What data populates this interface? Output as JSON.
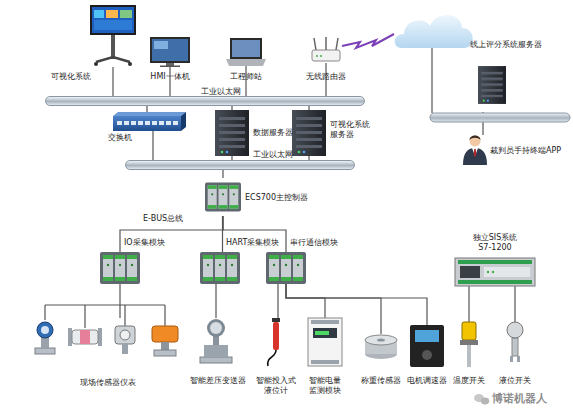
{
  "diagram": {
    "nodes": [
      {
        "text": [
          "可视化系统"
        ]
      },
      {
        "text": [
          "HMI一体机"
        ]
      },
      {
        "text": [
          "工程师站"
        ]
      },
      {
        "text": [
          "无线路由器"
        ]
      },
      {
        "text": [
          "工业以太网"
        ]
      },
      {
        "text": [
          "线上评分系统服务器"
        ]
      },
      {
        "text": [
          "裁判员手持终端APP"
        ]
      },
      {
        "text": [
          "交换机"
        ]
      },
      {
        "text": [
          "数据服务器"
        ]
      },
      {
        "text": [
          "可视化系统 服务器"
        ]
      },
      {
        "text": [
          "工业以太网"
        ]
      },
      {
        "text": [
          "ECS700主控制器"
        ]
      },
      {
        "text": [
          "IO采集模块"
        ]
      },
      {
        "text": [
          "HART采集模块"
        ]
      },
      {
        "text": [
          "串行通信模块"
        ]
      },
      {
        "text": [
          "独立SIS系统 S7-1200"
        ]
      },
      {
        "text": [
          "现场传感器仪表"
        ]
      },
      {
        "text": [
          "智能差压变送器"
        ]
      },
      {
        "text": [
          "智能投入式 液位计"
        ]
      },
      {
        "text": [
          "智能电量 监测模块"
        ]
      },
      {
        "text": [
          "称重传感器"
        ]
      },
      {
        "text": [
          "电机调速器"
        ]
      },
      {
        "text": [
          "温度开关"
        ]
      },
      {
        "text": [
          "液位开关"
        ]
      }
    ],
    "edges": [
      {
        "from": 0,
        "to": 4,
        "arrow": "none"
      },
      {
        "from": 1,
        "to": 4,
        "arrow": "none"
      },
      {
        "from": 2,
        "to": 4,
        "arrow": "none"
      },
      {
        "from": 3,
        "to": 4,
        "arrow": "none"
      },
      {
        "from": 5,
        "to": 6,
        "arrow": "none"
      },
      {
        "from": 4,
        "to": 7,
        "arrow": "none"
      },
      {
        "from": 4,
        "to": 8,
        "arrow": "none"
      },
      {
        "from": 4,
        "to": 9,
        "arrow": "none"
      },
      {
        "from": 7,
        "to": 10,
        "arrow": "none"
      },
      {
        "from": 8,
        "to": 10,
        "arrow": "none"
      },
      {
        "from": 9,
        "to": 10,
        "arrow": "none"
      },
      {
        "from": 10,
        "to": 11,
        "arrow": "none"
      },
      {
        "from": 11,
        "to": 12,
        "arrow": "none"
      },
      {
        "from": 11,
        "to": 13,
        "arrow": "none"
      },
      {
        "from": 11,
        "to": 14,
        "arrow": "none"
      },
      {
        "from": 12,
        "to": 16,
        "arrow": "none"
      },
      {
        "from": 13,
        "to": 17,
        "arrow": "none"
      },
      {
        "from": 14,
        "to": 18,
        "arrow": "none"
      },
      {
        "from": 14,
        "to": 19,
        "arrow": "none"
      },
      {
        "from": 14,
        "to": 20,
        "arrow": "none"
      },
      {
        "from": 14,
        "to": 21,
        "arrow": "none"
      },
      {
        "from": 15,
        "to": 22,
        "arrow": "none"
      },
      {
        "from": 15,
        "to": 23,
        "arrow": "none"
      }
    ],
    "labels": [
      "E-BUS总线",
      "博诺机器人"
    ]
  }
}
